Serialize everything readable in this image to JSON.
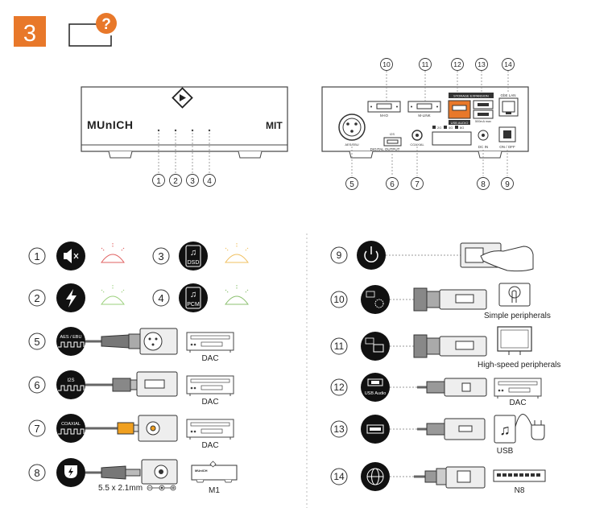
{
  "step_number": "3",
  "help_mark": "?",
  "device": {
    "brand": "MUnICH",
    "model": "MIT"
  },
  "back_panel": {
    "m_io": "M-IO",
    "m_link": "M-LINK",
    "storage_expansion": "STORAGE EXPANSION",
    "usb_audio": "USB AUDIO",
    "gbe_lan": "GbE LAN",
    "current": "500mA max",
    "aes_ebu": "AES/EBU",
    "digital_output": "DIGITAL OUTPUT",
    "i2s": "I2S",
    "coaxial": "COAXIAL",
    "dc_in": "DC IN",
    "on_off": "ON / OFF",
    "storage_2g": "2G",
    "storage_4g": "4G",
    "storage_8g": "8G"
  },
  "front_callouts": [
    "1",
    "2",
    "3",
    "4"
  ],
  "top_callouts": [
    "10",
    "11",
    "12",
    "13",
    "14"
  ],
  "bottom_callouts": [
    "5",
    "6",
    "7",
    "8",
    "9"
  ],
  "left_items": {
    "n1": "1",
    "n2": "2",
    "n3": "3",
    "n4": "4",
    "n5": "5",
    "n6": "6",
    "n7": "7",
    "n8": "8",
    "dsd_label": "DSD",
    "pcm_label": "PCM",
    "aes_tag": "AES / EBU",
    "i2s_tag": "I2S",
    "coaxial_tag": "COAXIAL",
    "dac5": "DAC",
    "dac6": "DAC",
    "dac7": "DAC",
    "plug_size": "5.5 x 2.1mm",
    "m1": "M1",
    "mini_brand": "MUnICH"
  },
  "right_items": {
    "n9": "9",
    "n10": "10",
    "n11": "11",
    "n12": "12",
    "n13": "13",
    "n14": "14",
    "simple": "Simple peripherals",
    "highspeed": "High-speed peripherals",
    "usb_audio_tag": "USB Audio",
    "dac12": "DAC",
    "usb13": "USB",
    "n8_label": "N8"
  },
  "colors": {
    "accent": "#e8782a",
    "muted_red": "#e06060",
    "power_green": "#9bd07c",
    "dsd_amber": "#f0c060",
    "pcm_green": "#8cc070"
  }
}
